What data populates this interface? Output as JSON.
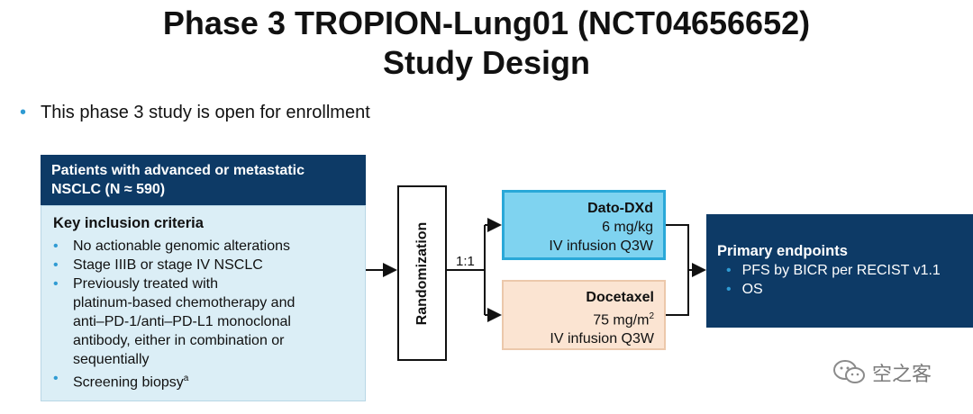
{
  "title": {
    "line1": "Phase 3 TROPION-Lung01 (NCT04656652)",
    "line2": "Study Design"
  },
  "intro_bullet": "This phase 3 study is open for enrollment",
  "patients": {
    "header_line1": "Patients with advanced or metastatic",
    "header_line2": "NSCLC (N ≈ 590)",
    "criteria_title": "Key inclusion criteria",
    "criteria": [
      {
        "text": "No actionable genomic alterations"
      },
      {
        "text": "Stage IIIB or stage IV NSCLC"
      },
      {
        "lines": [
          "Previously treated with",
          "platinum-based chemotherapy and",
          "anti–PD-1/anti–PD-L1 monoclonal",
          "antibody, either in combination or",
          "sequentially"
        ]
      },
      {
        "text": "Screening biopsy",
        "sup": "a"
      }
    ]
  },
  "randomization": {
    "label": "Randomization",
    "ratio": "1:1"
  },
  "arms": [
    {
      "name": "Dato-DXd",
      "dose": "6 mg/kg",
      "route": "IV infusion Q3W",
      "color": "#7fd3f0",
      "border": "#2aa8d8"
    },
    {
      "name": "Docetaxel",
      "dose": "75 mg/m",
      "dose_sup": "2",
      "route": "IV infusion Q3W",
      "color": "#fbe4d2",
      "border": "#ecc8ab"
    }
  ],
  "endpoints": {
    "title": "Primary endpoints",
    "items": [
      "PFS by BICR per RECIST v1.1",
      "OS"
    ]
  },
  "watermark": {
    "text": "空之客",
    "icon": "wechat-icon"
  },
  "colors": {
    "navy": "#0d3a66",
    "bullet": "#2f9bd3",
    "criteria_bg": "#dbeef6"
  }
}
